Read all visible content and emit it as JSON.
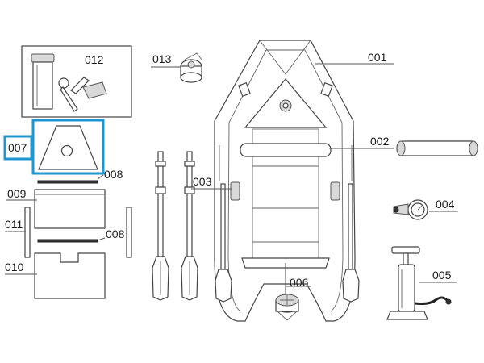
{
  "diagram": {
    "highlight_color": "#1e96d2",
    "highlighted_part": "007",
    "parts": [
      {
        "id": "001",
        "icon": "boat-hull-icon"
      },
      {
        "id": "002",
        "icon": "seat-bench-icon"
      },
      {
        "id": "003",
        "icon": "oarlock-icon"
      },
      {
        "id": "004",
        "icon": "pressure-gauge-icon"
      },
      {
        "id": "005",
        "icon": "hand-pump-icon"
      },
      {
        "id": "006",
        "icon": "valve-cap-icon"
      },
      {
        "id": "007",
        "icon": "bow-plate-icon"
      },
      {
        "id": "008",
        "icon": "floor-strip-icon"
      },
      {
        "id": "009",
        "icon": "floor-board-icon"
      },
      {
        "id": "010",
        "icon": "floor-board-icon"
      },
      {
        "id": "011",
        "icon": "side-rail-icon"
      },
      {
        "id": "012",
        "icon": "repair-kit-icon"
      },
      {
        "id": "013",
        "icon": "air-valve-icon"
      }
    ],
    "labels": {
      "p001": "001",
      "p002": "002",
      "p003": "003",
      "p004": "004",
      "p005": "005",
      "p006": "006",
      "p007": "007",
      "p008a": "008",
      "p008b": "008",
      "p009": "009",
      "p010": "010",
      "p011": "011",
      "p012": "012",
      "p013": "013"
    }
  }
}
